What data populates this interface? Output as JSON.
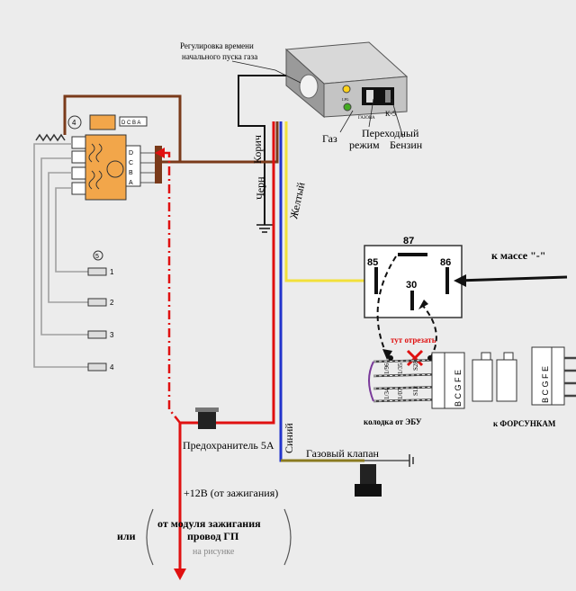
{
  "labels": {
    "timing_adjust_1": "Регулировка времени",
    "timing_adjust_2": "начального пуска газа",
    "switch_model": "К-5",
    "switch_brand": "ГАЗОВА",
    "mode_gas": "Газ",
    "mode_transition_1": "Переходный",
    "mode_transition_2": "режим",
    "mode_petrol": "Бензин",
    "wire_brown": "Корич",
    "wire_black": "Черн",
    "wire_yellow": "Желтый",
    "wire_blue": "Синий",
    "relay_87": "87",
    "relay_85": "85",
    "relay_86": "86",
    "relay_30": "30",
    "to_ground": "к массе    \"-\"",
    "cut_here": "тут отрезать",
    "ecu_connector": "колодка от ЭБУ",
    "to_injectors": "к ФОРСУНКАМ",
    "fuse": "Предохранитель 5А",
    "gas_valve": "Газовый клапан",
    "plus12v": "+12В (от зажигания)",
    "or_label": "или",
    "ignition_module_1": "от модуля зажигания",
    "ignition_module_2": "провод  ГП",
    "ignition_module_3": "на рисунке",
    "coil_num4": "4",
    "coil_num5": "5",
    "coil_pins": "D C B A",
    "coil_row_d": "D",
    "coil_row_c": "C",
    "coil_row_b": "B",
    "coil_row_a": "A",
    "plug_1": "1",
    "plug_2": "2",
    "plug_3": "3",
    "plug_4": "4",
    "connector_letters": "B C G F E",
    "wire_code_1": "1/96",
    "wire_code_2": "1/35",
    "wire_code_3": "1/34",
    "wire_code_4": "1/07",
    "wire_code_5": "S28",
    "wire_code_6": "S12",
    "lpg": "LPG"
  },
  "colors": {
    "brown": "#7a3a1a",
    "red": "#e01010",
    "blue": "#2233cc",
    "yellow": "#f2e03a",
    "black": "#111111",
    "olive": "#8a7a20",
    "coil_orange": "#f2a64a",
    "background": "#ececec"
  }
}
